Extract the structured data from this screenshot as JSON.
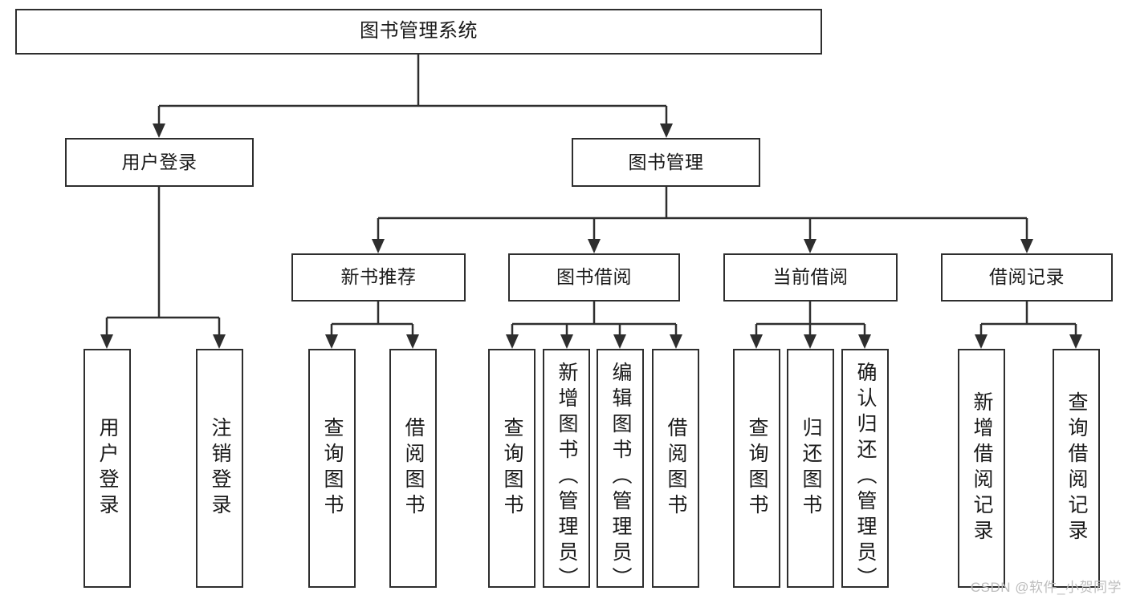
{
  "diagram": {
    "type": "tree-hierarchy-chart",
    "title": "图书管理系统",
    "watermark": "CSDN @软件_小贺同学",
    "colors": {
      "stroke": "#2e2e2e",
      "fill": "#ffffff",
      "text": "#1a1a1a",
      "watermark": "#bdbdbd"
    },
    "nodes": {
      "root": {
        "label": "图书管理系统"
      },
      "level2": [
        {
          "label": "用户登录"
        },
        {
          "label": "图书管理"
        }
      ],
      "level3": [
        {
          "label": "新书推荐"
        },
        {
          "label": "图书借阅"
        },
        {
          "label": "当前借阅"
        },
        {
          "label": "借阅记录"
        }
      ],
      "leaves": {
        "user_login": [
          {
            "label": "用户登录"
          },
          {
            "label": "注销登录"
          }
        ],
        "new_book_recommend": [
          {
            "label": "查询图书"
          },
          {
            "label": "借阅图书"
          }
        ],
        "book_borrow": [
          {
            "label": "查询图书"
          },
          {
            "label": "新增图书（管理员）"
          },
          {
            "label": "编辑图书（管理员）"
          },
          {
            "label": "借阅图书"
          }
        ],
        "current_borrow": [
          {
            "label": "查询图书"
          },
          {
            "label": "归还图书"
          },
          {
            "label": "确认归还（管理员）"
          }
        ],
        "borrow_record": [
          {
            "label": "新增借阅记录"
          },
          {
            "label": "查询借阅记录"
          }
        ]
      }
    }
  }
}
